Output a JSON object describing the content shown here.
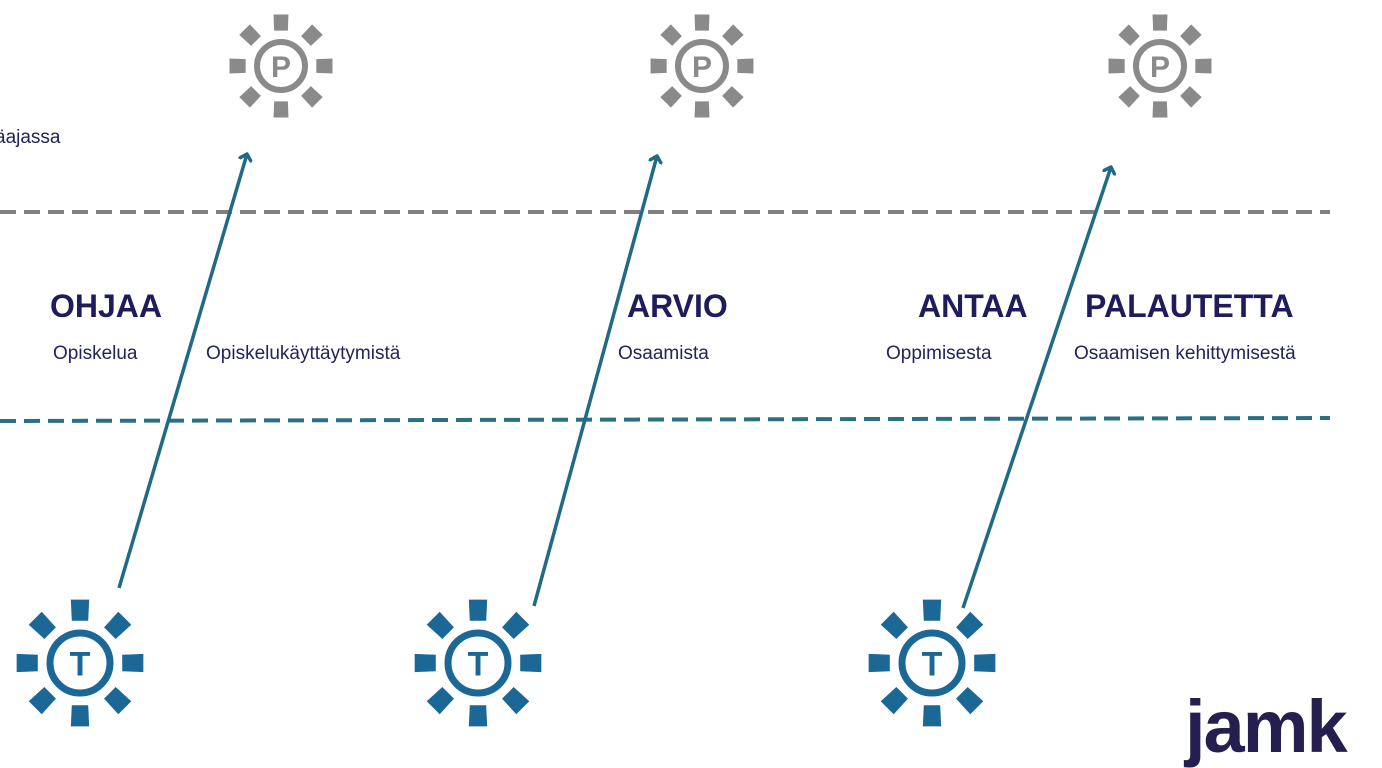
{
  "clipped_text": "äajassa",
  "labels": {
    "ohjaa": "OHJAA",
    "opiskelua": "Opiskelua",
    "opiskelukayttaytymista": "Opiskelukäyttäytymistä",
    "arvio": "ARVIO",
    "osaamista": "Osaamista",
    "antaa": "ANTAA",
    "oppimisesta": "Oppimisesta",
    "palautetta": "PALAUTETTA",
    "osaamisen_kehittymisesta": "Osaamisen kehittymisestä"
  },
  "gears": {
    "top_letter": "P",
    "bottom_letter": "T"
  },
  "logo_text": "jamk",
  "colors": {
    "grey_gear": "#8a8a8a",
    "blue_gear": "#1b6796",
    "arrow": "#216a86",
    "grey_dash": "#808080",
    "teal_dash": "#2a6f82",
    "navy_text": "#1f1c5c"
  }
}
